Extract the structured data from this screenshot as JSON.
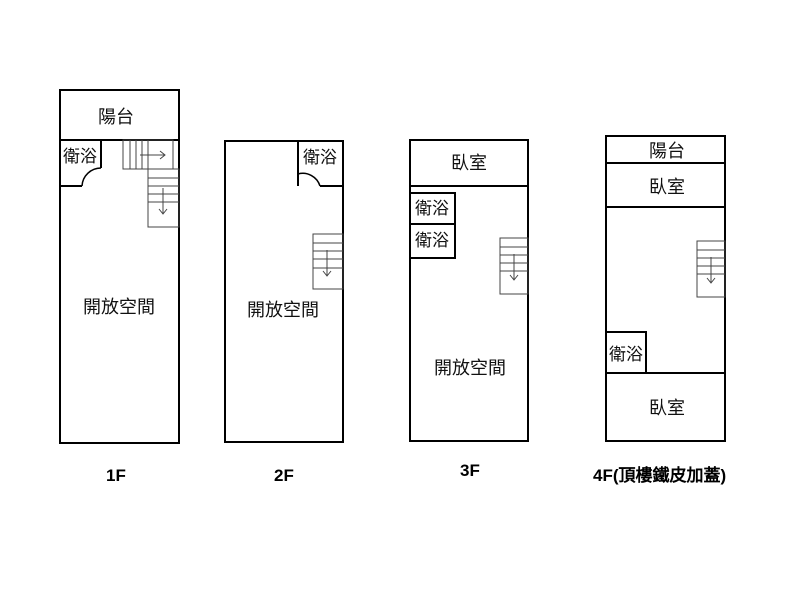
{
  "floors": [
    {
      "label": "1F",
      "rooms": {
        "balcony": "陽台",
        "bathroom": "衛浴",
        "open_space": "開放空間"
      }
    },
    {
      "label": "2F",
      "rooms": {
        "bathroom": "衛浴",
        "open_space": "開放空間"
      }
    },
    {
      "label": "3F",
      "rooms": {
        "bedroom": "臥室",
        "bathroom_1": "衛浴",
        "bathroom_2": "衛浴",
        "open_space": "開放空間"
      }
    },
    {
      "label": "4F",
      "label_suffix": "(頂樓鐵皮加蓋)",
      "rooms": {
        "balcony": "陽台",
        "bedroom_1": "臥室",
        "bathroom": "衛浴",
        "bedroom_2": "臥室"
      }
    }
  ],
  "colors": {
    "wall": "#000000",
    "fixture": "#444444",
    "text": "#111111"
  }
}
